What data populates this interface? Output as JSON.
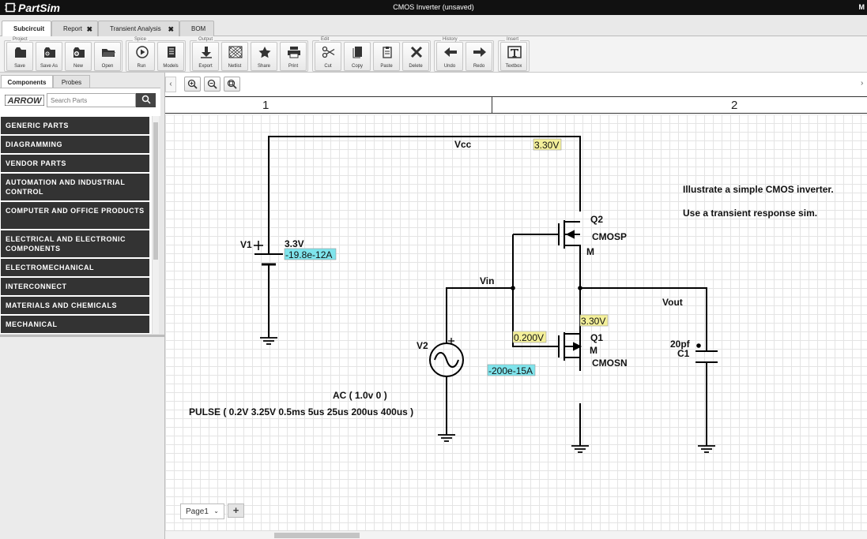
{
  "app": {
    "name": "PartSim",
    "window_title": "CMOS Inverter (unsaved)",
    "user_initial": "M"
  },
  "tabs": [
    {
      "label": "Subcircuit",
      "active": true
    },
    {
      "label": "Report",
      "closable": true
    },
    {
      "label": "Transient Analysis",
      "closable": true
    },
    {
      "label": "BOM"
    }
  ],
  "toolbar": {
    "groups": {
      "project": "Project",
      "spice": "Spice",
      "output": "Output",
      "edit": "Edit",
      "history": "History",
      "insert": "Insert"
    },
    "buttons": {
      "save": "Save",
      "save_as": "Save As",
      "new": "New",
      "open": "Open",
      "run": "Run",
      "models": "Models",
      "export": "Export",
      "netlist": "Netlist",
      "share": "Share",
      "print": "Print",
      "cut": "Cut",
      "copy": "Copy",
      "paste": "Paste",
      "delete": "Delete",
      "undo": "Undo",
      "redo": "Redo",
      "textbox": "Textbox"
    }
  },
  "left_panel": {
    "tabs": {
      "components": "Components",
      "probes": "Probes"
    },
    "brand": "ARROW",
    "search": {
      "placeholder": "Search Parts"
    },
    "categories": [
      "GENERIC PARTS",
      "DIAGRAMMING",
      "VENDOR PARTS",
      "AUTOMATION AND INDUSTRIAL CONTROL",
      "COMPUTER AND OFFICE PRODUCTS",
      "ELECTRICAL AND ELECTRONIC COMPONENTS",
      "ELECTROMECHANICAL",
      "INTERCONNECT",
      "MATERIALS AND CHEMICALS",
      "MECHANICAL"
    ]
  },
  "canvas": {
    "collapse": "‹",
    "expand": "›",
    "ruler": [
      "1",
      "2"
    ],
    "page_tab": "Page1",
    "add_page": "+",
    "labels": {
      "vcc": "Vcc",
      "vcc_probe": "3.30V",
      "note1": "Illustrate a simple CMOS inverter.",
      "note2": "Use a transient response sim.",
      "q2": "Q2",
      "q2_model": "CMOSP",
      "q2_m": "M",
      "v1": "V1",
      "v1_value": "3.3V",
      "v1_current": "-19.8e-12A",
      "vin": "Vin",
      "vout": "Vout",
      "vout_probe": "3.30V",
      "vin_probe": "0.200V",
      "q1": "Q1",
      "q1_m": "M",
      "q1_model": "CMOSN",
      "v2": "V2",
      "q1_current": "-200e-15A",
      "c1_value": "20pf",
      "c1": "C1",
      "ac": "AC ( 1.0v 0 )",
      "pulse": "PULSE ( 0.2V 3.25V 0.5ms 5us 25us 200us 400us )"
    },
    "colors": {
      "voltage_probe": "#f4f09a",
      "current_probe": "#7fe4ec"
    }
  }
}
